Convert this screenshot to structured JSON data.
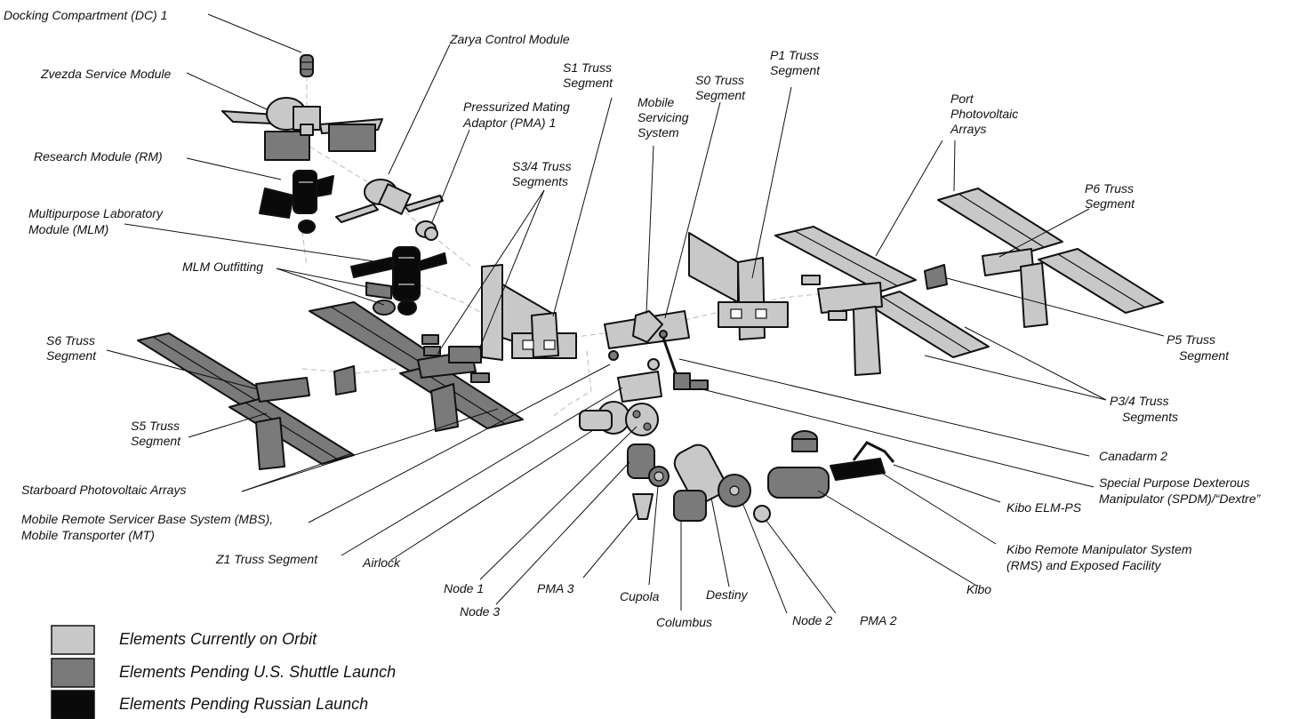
{
  "colors": {
    "on_orbit": "#c8c8c8",
    "shuttle": "#7a7a7a",
    "russian": "#0a0a0a",
    "outline": "#111111"
  },
  "labels": {
    "dc1": "Docking Compartment (DC) 1",
    "zvezda": "Zvezda Service Module",
    "zarya": "Zarya Control Module",
    "s1_l1": "S1 Truss",
    "s1_l2": "Segment",
    "s0_l1": "S0 Truss",
    "s0_l2": "Segment",
    "p1_l1": "P1 Truss",
    "p1_l2": "Segment",
    "mss_l1": "Mobile",
    "mss_l2": "Servicing",
    "mss_l3": "System",
    "pma1_l1": "Pressurized Mating",
    "pma1_l2": "Adaptor (PMA) 1",
    "ppa_l1": "Port",
    "ppa_l2": "Photovoltaic",
    "ppa_l3": "Arrays",
    "rm": "Research Module (RM)",
    "s34_l1": "S3/4 Truss",
    "s34_l2": "Segments",
    "p6_l1": "P6 Truss",
    "p6_l2": "Segment",
    "mlm_l1": "Multipurpose Laboratory",
    "mlm_l2": "Module (MLM)",
    "mlm_out": "MLM Outfitting",
    "s6_l1": "S6 Truss",
    "s6_l2": "Segment",
    "p5_l1": "P5 Truss",
    "p5_l2": "Segment",
    "p34_l1": "P3/4 Truss",
    "p34_l2": "Segments",
    "s5_l1": "S5 Truss",
    "s5_l2": "Segment",
    "canadarm": "Canadarm 2",
    "spdm_l1": "Special Purpose Dexterous",
    "spdm_l2": "Manipulator (SPDM)/“Dextre”",
    "spa": "Starboard Photovoltaic Arrays",
    "kibo_elm": "Kibo ELM-PS",
    "mbs_l1": "Mobile Remote Servicer Base System (MBS),",
    "mbs_l2": "Mobile Transporter (MT)",
    "kibo_rms_l1": "Kibo Remote Manipulator System",
    "kibo_rms_l2": "(RMS) and Exposed Facility",
    "z1": "Z1 Truss Segment",
    "airlock": "Airlock",
    "node1": "Node 1",
    "pma3": "PMA 3",
    "destiny": "Destiny",
    "kibo": "Kibo",
    "node3": "Node 3",
    "cupola": "Cupola",
    "node2": "Node 2",
    "pma2": "PMA 2",
    "columbus": "Columbus"
  },
  "legend": [
    {
      "label": "Elements Currently on Orbit",
      "color": "#c8c8c8"
    },
    {
      "label": "Elements Pending U.S. Shuttle Launch",
      "color": "#7a7a7a"
    },
    {
      "label": "Elements Pending Russian Launch",
      "color": "#0a0a0a"
    }
  ]
}
